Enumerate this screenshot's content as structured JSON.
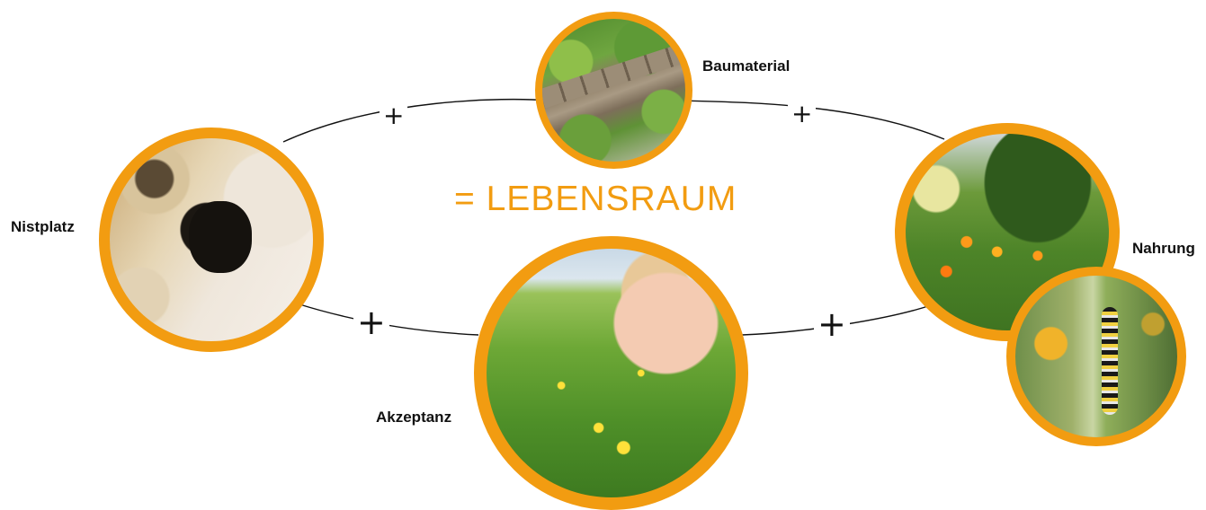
{
  "title": "= LEBENSRAUM",
  "colors": {
    "accent": "#f29c11",
    "line": "#111111"
  },
  "nodes": {
    "baumaterial": {
      "label": "Baumaterial",
      "image": "stone-wall-garden-photo"
    },
    "nistplatz": {
      "label": "Nistplatz",
      "image": "mason-bee-nest-photo"
    },
    "nahrung": {
      "label": "Nahrung",
      "image": "flower-meadow-photo"
    },
    "nahrung_inset": {
      "image": "caterpillar-on-stem-photo"
    },
    "akzeptanz": {
      "label": "Akzeptanz",
      "image": "child-in-meadow-photo"
    }
  },
  "connectors": {
    "symbol": "+"
  }
}
